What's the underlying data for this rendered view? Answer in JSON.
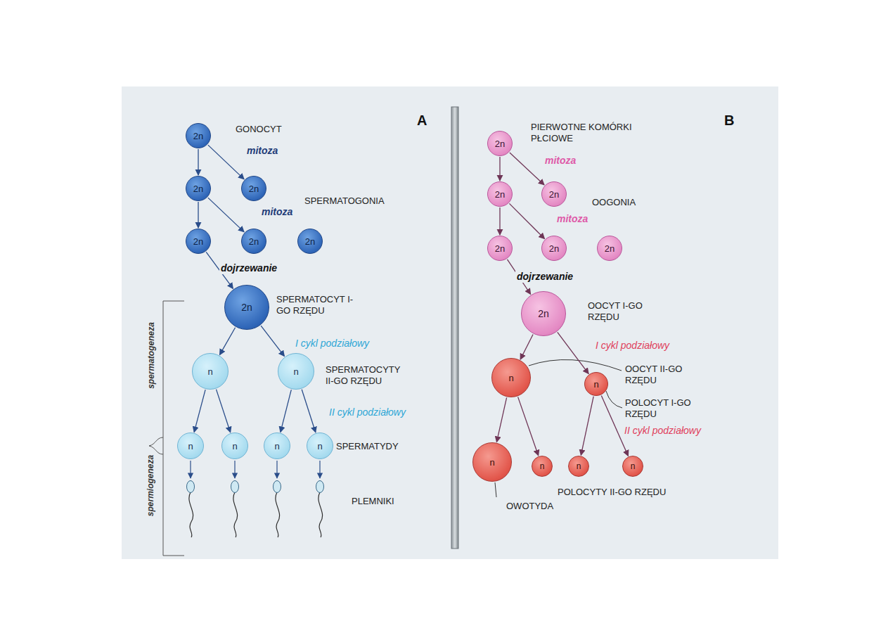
{
  "diagram": {
    "nodes": [
      {
        "text": [
          "2n"
        ]
      },
      {
        "text": [
          "2n"
        ]
      },
      {
        "text": [
          "2n"
        ]
      },
      {
        "text": [
          "2n"
        ]
      },
      {
        "text": [
          "2n"
        ]
      },
      {
        "text": [
          "2n"
        ]
      },
      {
        "text": [
          "2n"
        ]
      },
      {
        "text": [
          "n"
        ]
      },
      {
        "text": [
          "n"
        ]
      },
      {
        "text": [
          "n"
        ]
      },
      {
        "text": [
          "n"
        ]
      },
      {
        "text": [
          "n"
        ]
      },
      {
        "text": [
          "n"
        ]
      },
      {
        "text": [
          "2n"
        ]
      },
      {
        "text": [
          "2n"
        ]
      },
      {
        "text": [
          "2n"
        ]
      },
      {
        "text": [
          "2n"
        ]
      },
      {
        "text": [
          "2n"
        ]
      },
      {
        "text": [
          "2n"
        ]
      },
      {
        "text": [
          "2n"
        ]
      },
      {
        "text": [
          "n"
        ]
      },
      {
        "text": [
          "n"
        ]
      },
      {
        "text": [
          "n"
        ]
      },
      {
        "text": [
          "n"
        ]
      },
      {
        "text": [
          "n"
        ]
      },
      {
        "text": [
          "n"
        ]
      }
    ],
    "edges": [
      {
        "from": 0,
        "to": 1,
        "arrow": "to"
      },
      {
        "from": 0,
        "to": 2,
        "arrow": "to"
      },
      {
        "from": 1,
        "to": 3,
        "arrow": "to"
      },
      {
        "from": 1,
        "to": 4,
        "arrow": "to"
      },
      {
        "from": 3,
        "to": 6,
        "arrow": "to"
      },
      {
        "from": 6,
        "to": 7,
        "arrow": "to"
      },
      {
        "from": 6,
        "to": 8,
        "arrow": "to"
      },
      {
        "from": 7,
        "to": 9,
        "arrow": "to"
      },
      {
        "from": 7,
        "to": 10,
        "arrow": "to"
      },
      {
        "from": 8,
        "to": 11,
        "arrow": "to"
      },
      {
        "from": 8,
        "to": 12,
        "arrow": "to"
      },
      {
        "from": 13,
        "to": 14,
        "arrow": "to"
      },
      {
        "from": 13,
        "to": 15,
        "arrow": "to"
      },
      {
        "from": 14,
        "to": 16,
        "arrow": "to"
      },
      {
        "from": 14,
        "to": 17,
        "arrow": "to"
      },
      {
        "from": 16,
        "to": 19,
        "arrow": "to"
      },
      {
        "from": 19,
        "to": 20,
        "arrow": "to"
      },
      {
        "from": 19,
        "to": 21,
        "arrow": "to"
      },
      {
        "from": 20,
        "to": 22,
        "arrow": "to"
      },
      {
        "from": 20,
        "to": 23,
        "arrow": "to"
      },
      {
        "from": 21,
        "to": 24,
        "arrow": "to"
      },
      {
        "from": 21,
        "to": 25,
        "arrow": "to"
      }
    ],
    "labels": [
      "GONOCYT",
      "mitoza",
      "SPERMATOGONIA",
      "mitoza",
      "dojrzewanie",
      "SPERMATOCYT I-GO RZĘDU",
      "I cykl podziałowy",
      "SPERMATOCYTY II-GO RZĘDU",
      "II cykl podziałowy",
      "SPERMATYDY",
      "PLEMNIKI",
      "spermatogeneza",
      "spermiogeneza",
      "A",
      "B",
      "PIERWOTNE KOMÓRKI PŁCIOWE",
      "mitoza",
      "OOGONIA",
      "mitoza",
      "dojrzewanie",
      "OOCYT I-GO RZĘDU",
      "I cykl podziałowy",
      "OOCYT II-GO RZĘDU",
      "POLOCYT I-GO RZĘDU",
      "II cykl podziałowy",
      "POLOCYTY II-GO RZĘDU",
      "OWOTYDA"
    ]
  }
}
